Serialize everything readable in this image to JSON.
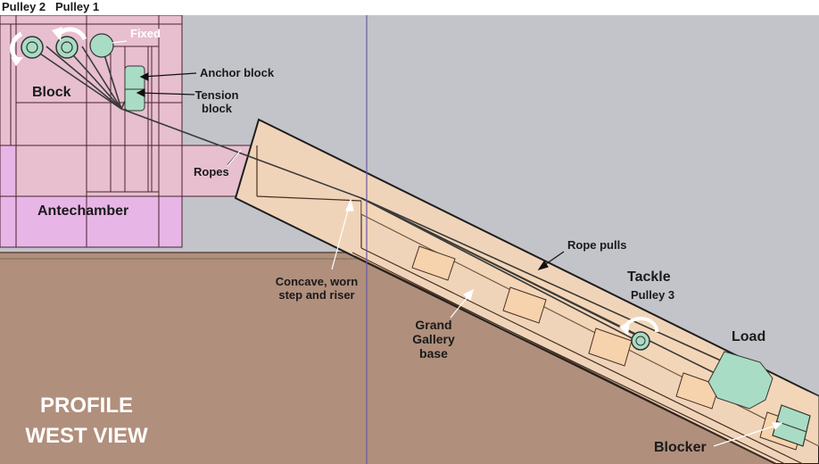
{
  "labels": {
    "pulley2": "Pulley 2",
    "pulley1": "Pulley 1",
    "fixed": "Fixed",
    "anchor_block": "Anchor block",
    "tension_block": "Tension\nblock",
    "block": "Block",
    "ropes": "Ropes",
    "antechamber": "Antechamber",
    "concave": "Concave, worn\nstep and riser",
    "grand_gallery": "Grand\nGallery\nbase",
    "rope_pulls": "Rope pulls",
    "tackle": "Tackle",
    "pulley3": "Pulley 3",
    "load": "Load",
    "blocker": "Blocker",
    "view_title": "PROFILE\nWEST VIEW"
  },
  "colors": {
    "sky": "#c3c4c9",
    "ground": "#b08f7c",
    "block_pink": "#e7bfcf",
    "antechamber_pink": "#e8b6e6",
    "ramp_tan": "#f0d4ba",
    "step_tan": "#f6d8b3",
    "pulley_green": "#a9dcc4",
    "grid_line": "#4a1a2a",
    "vertical_line": "#6a5aa0"
  },
  "icons": [
    "rotation-arrow-icon",
    "rotation-arrow-icon",
    "rotation-arrow-icon"
  ]
}
